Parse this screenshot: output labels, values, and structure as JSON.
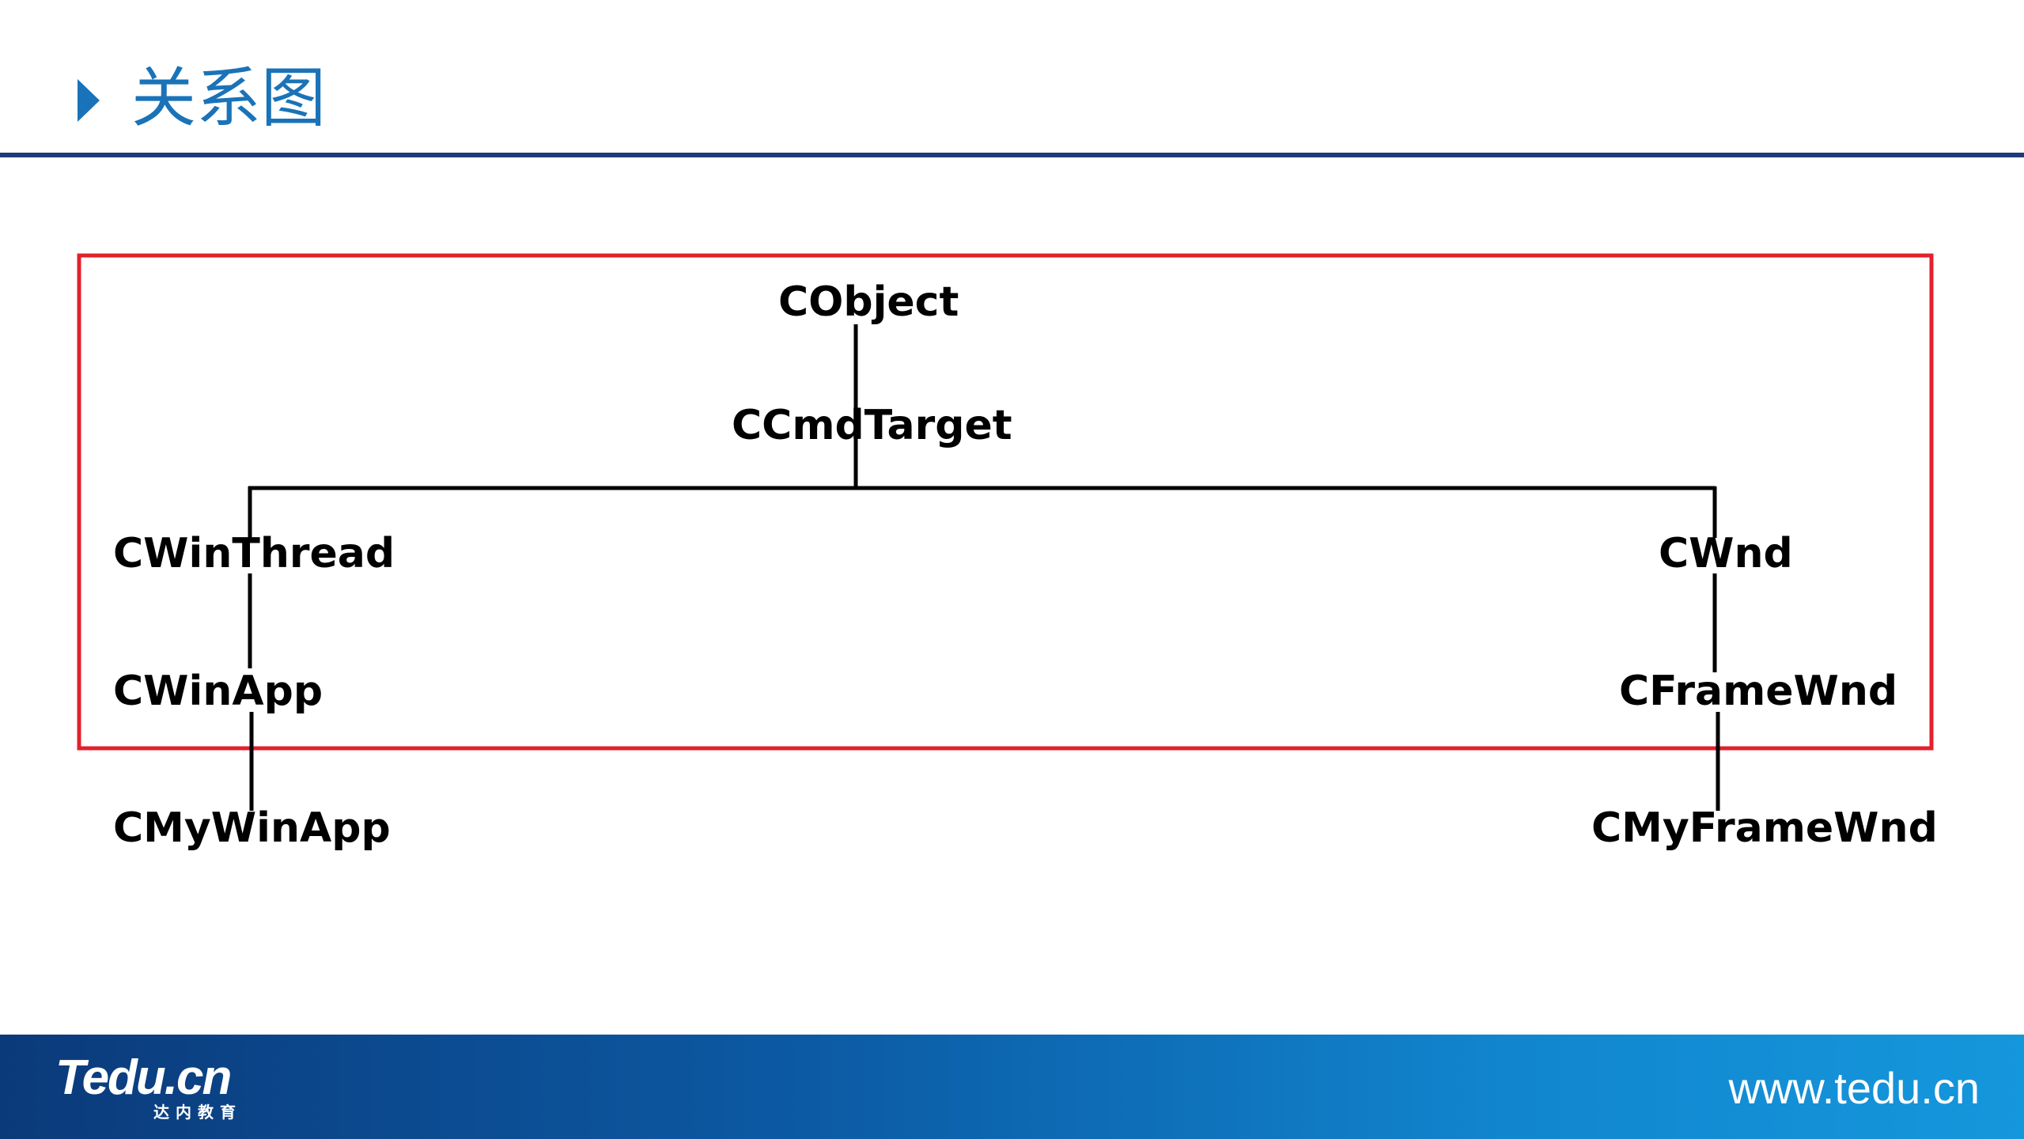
{
  "header": {
    "title": "关系图"
  },
  "colors": {
    "title": "#1a73b8",
    "rule": "#1f3a7a",
    "highlight_box": "#e3202b",
    "lines": "#000000"
  },
  "diagram": {
    "nodes": {
      "cobject": "CObject",
      "ccmdtarget": "CCmdTarget",
      "cwinthread": "CWinThread",
      "cwinapp": "CWinApp",
      "cmywinapp": "CMyWinApp",
      "cwnd": "CWnd",
      "cframewnd": "CFrameWnd",
      "cmyframewnd": "CMyFrameWnd"
    },
    "edges": [
      [
        "CObject",
        "CCmdTarget"
      ],
      [
        "CCmdTarget",
        "CWinThread"
      ],
      [
        "CCmdTarget",
        "CWnd"
      ],
      [
        "CWinThread",
        "CWinApp"
      ],
      [
        "CWinApp",
        "CMyWinApp"
      ],
      [
        "CWnd",
        "CFrameWnd"
      ],
      [
        "CFrameWnd",
        "CMyFrameWnd"
      ]
    ]
  },
  "footer": {
    "logo_main": "Tedu.cn",
    "logo_sub": "达内教育",
    "url": "www.tedu.cn"
  }
}
